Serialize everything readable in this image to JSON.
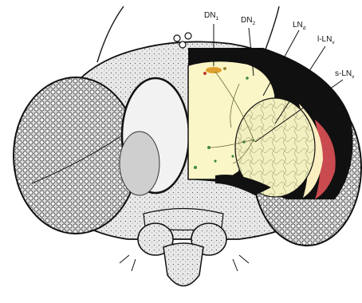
{
  "labels": [
    {
      "id": "dn1",
      "main": "DN",
      "sub": "1"
    },
    {
      "id": "dn2",
      "main": "DN",
      "sub": "2"
    },
    {
      "id": "lnd",
      "main": "LN",
      "sub": "d"
    },
    {
      "id": "llnv",
      "main": "l-LN",
      "sub": "v"
    },
    {
      "id": "slnv",
      "main": "s-LN",
      "sub": "v"
    }
  ],
  "colors": {
    "optic_lobe": "#f2efc0",
    "central_brain": "#faf6c8",
    "medulla_band": "#fbeec0",
    "lamina": "#c94a4f",
    "retina_dark": "#101010",
    "neuron_dn1": "#e0a030",
    "neuron_green": "#3d8a3d",
    "neuron_red": "#c0392b"
  }
}
